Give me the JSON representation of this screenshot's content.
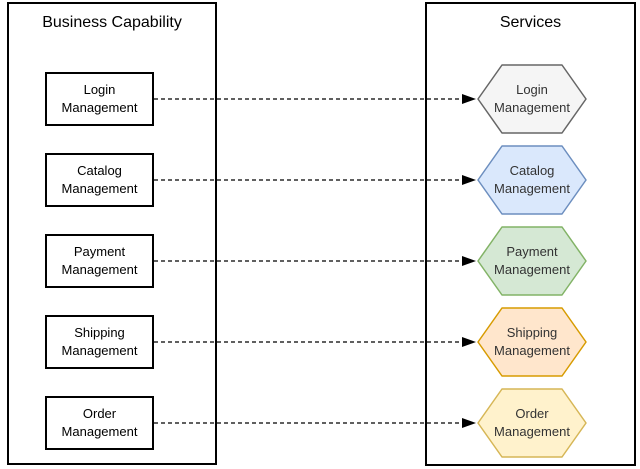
{
  "canvas": {
    "background": "#ffffff",
    "border_color": "#000000"
  },
  "panels": {
    "business_capability": {
      "title": "Business Capability"
    },
    "services": {
      "title": "Services"
    }
  },
  "connector": {
    "color": "#000000",
    "style": "dashed-arrow"
  },
  "colors": {
    "capability_box_fill": "#ffffff",
    "capability_box_border": "#000000",
    "capability_text": "#000000",
    "service_text": "#333333"
  },
  "rows": [
    {
      "name": "Login Management",
      "capability": {
        "line1": "Login",
        "line2": "Management"
      },
      "service": {
        "line1": "Login",
        "line2": "Management",
        "fill": "#f5f5f5",
        "stroke": "#666666"
      }
    },
    {
      "name": "Catalog Management",
      "capability": {
        "line1": "Catalog",
        "line2": "Management"
      },
      "service": {
        "line1": "Catalog",
        "line2": "Management",
        "fill": "#dae8fc",
        "stroke": "#6c8ebf"
      }
    },
    {
      "name": "Payment Management",
      "capability": {
        "line1": "Payment",
        "line2": "Management"
      },
      "service": {
        "line1": "Payment",
        "line2": "Management",
        "fill": "#d5e8d4",
        "stroke": "#82b366"
      }
    },
    {
      "name": "Shipping Management",
      "capability": {
        "line1": "Shipping",
        "line2": "Management"
      },
      "service": {
        "line1": "Shipping",
        "line2": "Management",
        "fill": "#ffe6cc",
        "stroke": "#d79b00"
      }
    },
    {
      "name": "Order Management",
      "capability": {
        "line1": "Order",
        "line2": "Management"
      },
      "service": {
        "line1": "Order",
        "line2": "Management",
        "fill": "#fff2cc",
        "stroke": "#d6b656"
      }
    }
  ]
}
